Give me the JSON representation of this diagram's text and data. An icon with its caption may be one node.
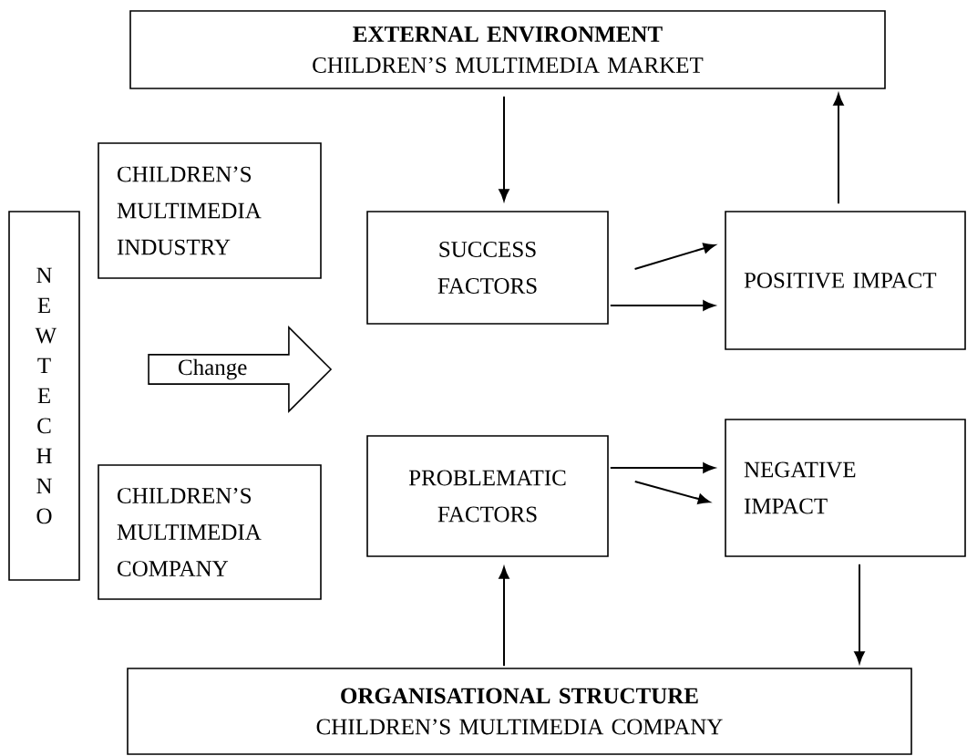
{
  "diagram": {
    "nodes": [
      {
        "text": [
          "EXTERNAL ENVIRONMENT",
          "CHILDREN’S MULTIMEDIA MARKET"
        ]
      },
      {
        "text": [
          "N E W T E C H N O"
        ]
      },
      {
        "text": [
          "CHILDREN’S MULTIMEDIA INDUSTRY"
        ]
      },
      {
        "text": [
          "Change"
        ]
      },
      {
        "text": [
          "CHILDREN’S MULTIMEDIA COMPANY"
        ]
      },
      {
        "text": [
          "SUCCESS FACTORS"
        ]
      },
      {
        "text": [
          "PROBLEMATIC FACTORS"
        ]
      },
      {
        "text": [
          "POSITIVE IMPACT"
        ]
      },
      {
        "text": [
          "NEGATIVE IMPACT"
        ]
      },
      {
        "text": [
          "ORGANISATIONAL STRUCTURE",
          "CHILDREN’S MULTIMEDIA COMPANY"
        ]
      }
    ],
    "edges": [
      {
        "from": 0,
        "to": 5,
        "arrow": "to"
      },
      {
        "from": 7,
        "to": 0,
        "arrow": "to"
      },
      {
        "from": 5,
        "to": 7,
        "arrow": "to"
      },
      {
        "from": 5,
        "to": 7,
        "arrow": "to"
      },
      {
        "from": 6,
        "to": 8,
        "arrow": "to"
      },
      {
        "from": 6,
        "to": 8,
        "arrow": "to"
      },
      {
        "from": 8,
        "to": 9,
        "arrow": "to"
      },
      {
        "from": 9,
        "to": 6,
        "arrow": "to"
      }
    ]
  }
}
